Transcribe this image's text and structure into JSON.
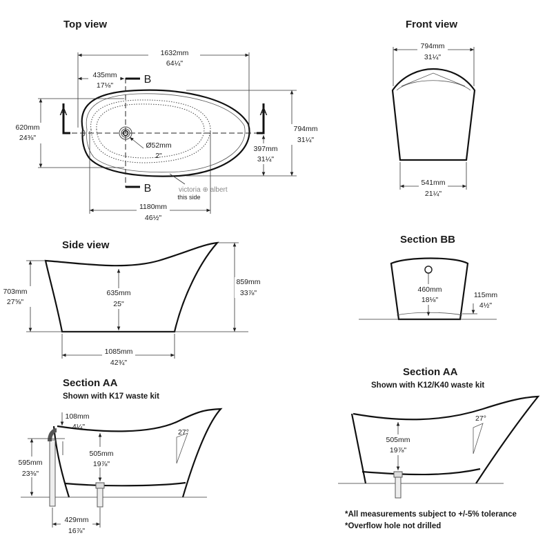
{
  "top_view": {
    "title": "Top view",
    "length_mm": "1632mm",
    "length_in": "64¼\"",
    "drain_offset_mm": "435mm",
    "drain_offset_in": "17⅛\"",
    "inner_width_mm": "620mm",
    "inner_width_in": "24⅜\"",
    "width_mm": "794mm",
    "width_in": "31¼\"",
    "half_width_mm": "397mm",
    "half_width_in": "31¼\"",
    "drain_dia_mm": "Ø52mm",
    "drain_dia_in": "2\"",
    "inner_length_mm": "1180mm",
    "inner_length_in": "46½\"",
    "section_a": "A",
    "section_b": "B",
    "logo_text": "victoria ⊕ albert",
    "logo_caption": "this side"
  },
  "front_view": {
    "title": "Front view",
    "top_width_mm": "794mm",
    "top_width_in": "31¼\"",
    "base_width_mm": "541mm",
    "base_width_in": "21¼\""
  },
  "side_view": {
    "title": "Side view",
    "height_low_mm": "703mm",
    "height_low_in": "27⅝\"",
    "depth_mm": "635mm",
    "depth_in": "25\"",
    "height_high_mm": "859mm",
    "height_high_in": "33⅞\"",
    "base_length_mm": "1085mm",
    "base_length_in": "42¾\""
  },
  "section_bb": {
    "title": "Section BB",
    "width_mm": "460mm",
    "width_in": "18⅛\"",
    "plinth_mm": "115mm",
    "plinth_in": "4½\""
  },
  "section_aa_left": {
    "title": "Section AA",
    "subtitle": "Shown with K17 waste kit",
    "rim_drop_mm": "108mm",
    "rim_drop_in": "4¼\"",
    "depth_mm": "505mm",
    "depth_in": "19⅞\"",
    "filler_height_mm": "595mm",
    "filler_height_in": "23⅜\"",
    "waste_offset_mm": "429mm",
    "waste_offset_in": "16⅞\"",
    "angle": "27°"
  },
  "section_aa_right": {
    "title": "Section AA",
    "subtitle": "Shown with K12/K40 waste kit",
    "depth_mm": "505mm",
    "depth_in": "19⅞\"",
    "angle": "27°"
  },
  "notes": [
    "*All measurements subject to +/-5% tolerance",
    "*Overflow hole not drilled"
  ]
}
